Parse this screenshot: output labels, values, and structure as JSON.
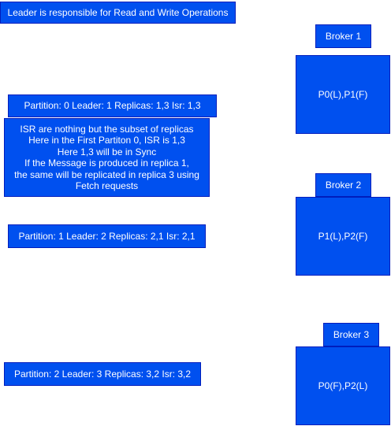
{
  "header": {
    "text": "Leader is responsible for Read and Write Operations"
  },
  "brokers": [
    {
      "label": "Broker 1",
      "partitions": "P0(L),P1(F)"
    },
    {
      "label": "Broker 2",
      "partitions": "P1(L),P2(F)"
    },
    {
      "label": "Broker 3",
      "partitions": "P0(F),P2(L)"
    }
  ],
  "partitions": [
    {
      "text": "Partition: 0 Leader: 1 Replicas: 1,3 Isr: 1,3"
    },
    {
      "text": "Partition: 1 Leader: 2 Replicas: 2,1 Isr: 2,1"
    },
    {
      "text": "Partition: 2 Leader: 3 Replicas: 3,2 Isr: 3,2"
    }
  ],
  "isr_note": {
    "lines": [
      "ISR are nothing but the subset of replicas",
      "Here in the First Partiton 0, ISR is 1,3",
      "Here 1,3 will be in Sync",
      "If the Message is produced in replica 1,",
      "the same will be replicated in replica 3 using",
      "Fetch requests"
    ]
  },
  "colors": {
    "box_fill": "#0050ef",
    "box_border": "#001dbc",
    "text": "#ffffff"
  }
}
